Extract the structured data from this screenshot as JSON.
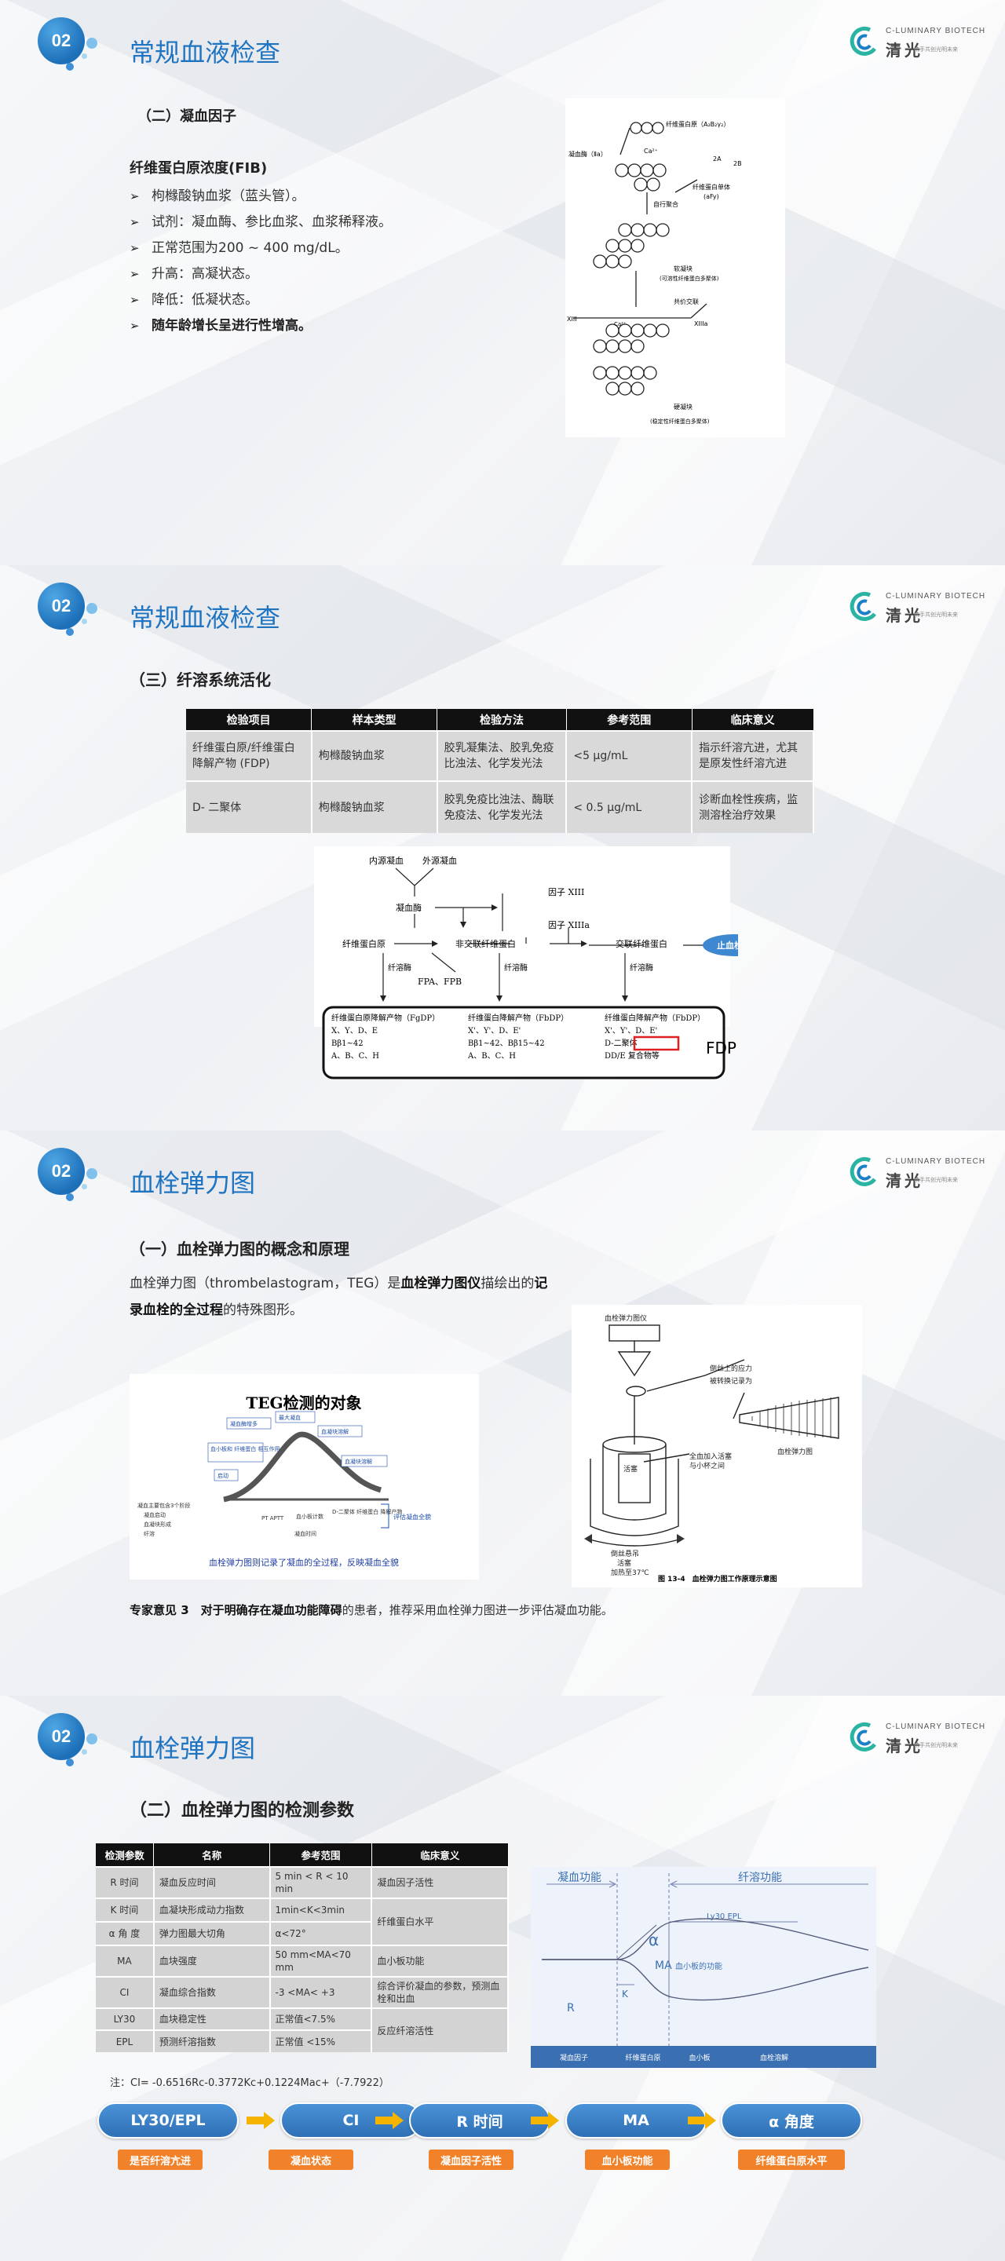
{
  "slides": [
    {
      "badge": "02",
      "title": "常规血液检查",
      "subheading": "（二）凝血因子",
      "fib": {
        "heading": "纤维蛋白原浓度(FIB)",
        "items": [
          "枸橼酸钠血浆（蓝头管）。",
          "试剂：凝血酶、参比血浆、血浆稀释液。",
          "正常范围为200 ~ 400 mg/dL。",
          "升高：高凝状态。",
          "降低：低凝状态。",
          "随年龄增长呈进行性增高。"
        ]
      },
      "figure": {
        "top_label": "纤维蛋白原（A₂B₂γ₂）",
        "thrombin": "凝血酶（Ⅱa）",
        "fpa": "2A",
        "fpb": "2B",
        "fpa_label": "纤维蛋白单体",
        "fpa_sub": "(aFy)",
        "polymer": "自行聚合",
        "soft_clot": "软凝块",
        "soft_clot_sub": "(可溶性纤维蛋白多聚体)",
        "crosslink": "共价交联",
        "xiii": "XIII",
        "ca": "Ca²⁺",
        "xiiia": "XIIIa",
        "hard_clot": "硬凝块",
        "hard_clot_sub": "(稳定性纤维蛋白多聚体)"
      }
    },
    {
      "badge": "02",
      "title": "常规血液检查",
      "subheading": "（三）纤溶系统活化",
      "table": {
        "headers": [
          "检验项目",
          "样本类型",
          "检验方法",
          "参考范围",
          "临床意义"
        ],
        "rows": [
          [
            "纤维蛋白原/纤维蛋白降解产物 (FDP)",
            "枸橼酸钠血浆",
            "胶乳凝集法、胶乳免疫比浊法、化学发光法",
            "<5 μg/mL",
            "指示纤溶亢进，尤其是原发性纤溶亢进"
          ],
          [
            "D- 二聚体",
            "枸橼酸钠血浆",
            "胶乳免疫比浊法、酶联免疫法、化学发光法",
            "< 0.5 μg/mL",
            "诊断血栓性疾病，监测溶栓治疗效果"
          ]
        ]
      },
      "diagram": {
        "intrinsic": "内源凝血",
        "extrinsic": "外源凝血",
        "thrombin": "凝血酶",
        "factor13": "因子 XIII",
        "factor13a": "因子 XIIIa",
        "fibrinogen": "纤维蛋白原",
        "noncross": "非交联纤维蛋白",
        "cross": "交联纤维蛋白",
        "hemostatic": "止血栓子",
        "fpa_fpb": "FPA、FPB",
        "plasmin": "纤溶酶",
        "col1": [
          "纤维蛋白原降解产物（FgDP）",
          "X、Y、D、E",
          "Bβ1~42",
          "A、B、C、H"
        ],
        "col2": [
          "纤维蛋白降解产物（FbDP）",
          "X'、Y'、D、E'",
          "Bβ1~42、Bβ15~42",
          "A、B、C、H"
        ],
        "col3": [
          "纤维蛋白降解产物（FbDP）",
          "X'、Y'、D、E'",
          "D-二聚体",
          "DD/E 复合物等"
        ],
        "fdp": "FDP"
      }
    },
    {
      "badge": "02",
      "title": "血栓弹力图",
      "subheading": "（一）血栓弹力图的概念和原理",
      "intro_a": "血栓弹力图（thrombelastogram，TEG）是",
      "intro_b": "血栓弹力图仪",
      "intro_c": "描绘出的",
      "intro_d": "记录血栓的全过程",
      "intro_e": "的特殊图形。",
      "teg_figure": {
        "title": "TEG检测的对象",
        "labels": [
          "凝血酶增多",
          "最大凝血",
          "血凝块溶解",
          "血小板和 纤维蛋白 相互作用",
          "血凝块溶解",
          "启动"
        ],
        "left_notes": [
          "凝血主要包含3个阶段",
          "凝血启动",
          "血凝块形成",
          "纤溶"
        ],
        "bottom": [
          "PT APTT",
          "血小板计数",
          "D-二聚体 纤维蛋白 降解产物",
          "凝血时间"
        ],
        "side": "评估凝血全貌",
        "caption": "血栓弹力图则记录了凝血的全过程，反映凝血全貌"
      },
      "apparatus": {
        "label1": "血栓弹力图仪",
        "label2": "倒丝上的应力",
        "label3": "被转换记录为",
        "label4": "血栓弹力图",
        "label5": "全血加入活塞",
        "label6": "与小杯之间",
        "label7": "活塞",
        "label8": "倒丝悬吊",
        "label9": "活塞",
        "label10": "加热至37℃",
        "caption": "图 13-4　血栓弹力图工作原理示意图"
      },
      "expert_a": "专家意见 3　对于",
      "expert_b": "明确存在凝血功能障碍",
      "expert_c": "的患者，推荐采用血栓弹力图进一步评估凝血功能。"
    },
    {
      "badge": "02",
      "title": "血栓弹力图",
      "subheading": "（二）血栓弹力图的检测参数",
      "table": {
        "headers": [
          "检测参数",
          "名称",
          "参考范围",
          "临床意义"
        ],
        "rows": [
          [
            "R 时间",
            "凝血反应时间",
            "5 min < R < 10 min",
            "凝血因子活性"
          ],
          [
            "K 时间",
            "血凝块形成动力指数",
            "1min<K<3min",
            "纤维蛋白水平"
          ],
          [
            "α 角 度",
            "弹力图最大切角",
            "α<72°",
            ""
          ],
          [
            "MA",
            "血块强度",
            "50 mm<MA<70 mm",
            "血小板功能"
          ],
          [
            "CI",
            "凝血综合指数",
            "-3 <MA< +3",
            "综合评价凝血的参数，预测血栓和出血"
          ],
          [
            "LY30",
            "血块稳定性",
            "正常值<7.5%",
            "反应纤溶活性"
          ],
          [
            "EPL",
            "预测纤溶指数",
            "正常值 <15%",
            ""
          ]
        ]
      },
      "chart": {
        "coag": "凝血功能",
        "fibrin": "纤溶功能",
        "alpha": "α",
        "ly30": "Ly30 EPL",
        "ma": "MA",
        "ma_label": "血小板的功能",
        "r": "R",
        "k": "K",
        "b1": "凝血因子",
        "b2": "纤维蛋白原",
        "b3": "血小板",
        "b4": "血栓溶解"
      },
      "note": "注：CI= -0.6516Rc-0.3772Kc+0.1224Mac+（-7.7922）",
      "flow": [
        {
          "pill": "LY30/EPL",
          "tag": "是否纤溶亢进"
        },
        {
          "pill": "CI",
          "tag": "凝血状态"
        },
        {
          "pill": "R 时间",
          "tag": "凝血因子活性"
        },
        {
          "pill": "MA",
          "tag": "血小板功能"
        },
        {
          "pill": "α 角度",
          "tag": "纤维蛋白原水平"
        }
      ]
    }
  ],
  "logo": {
    "en": "C-LUMINARY BIOTECH",
    "cn": "清光",
    "tag": "携手共创光明未来"
  },
  "colors": {
    "accent": "#1f74c2",
    "pill": "#3a82cc",
    "tag": "#f1822a",
    "arrow": "#f5b400"
  }
}
